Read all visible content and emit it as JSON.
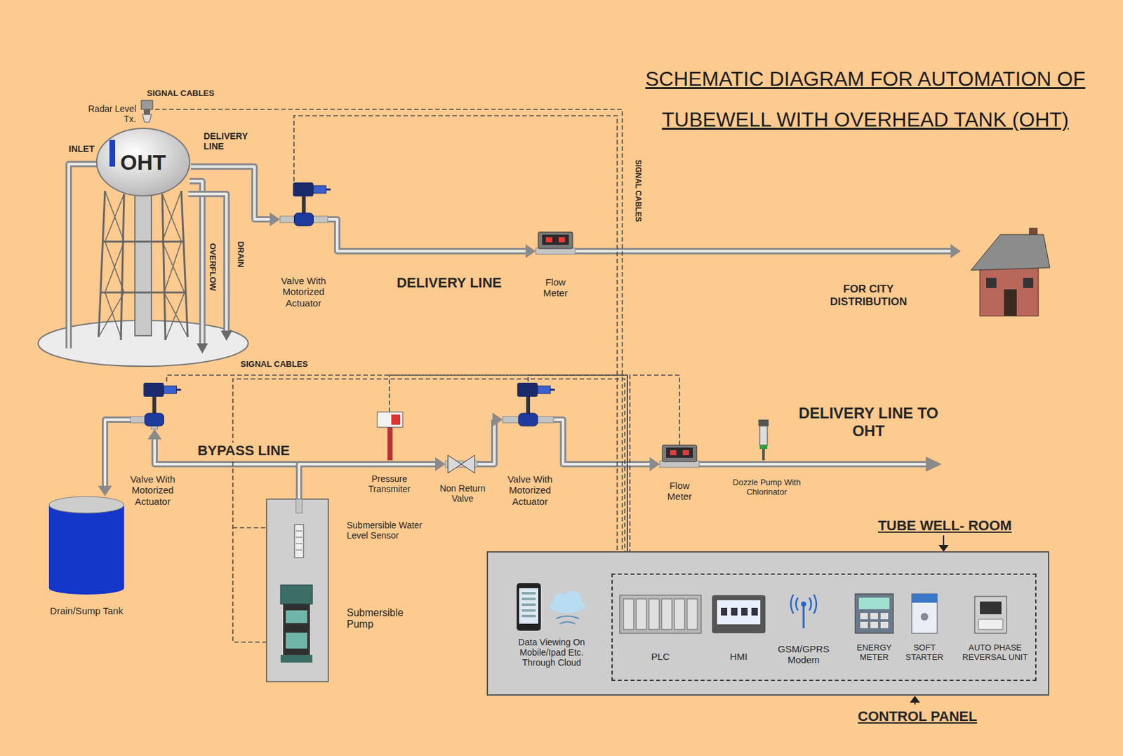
{
  "diagram": {
    "title": "SCHEMATIC DIAGRAM FOR AUTOMATION OF TUBEWELL WITH OVERHEAD TANK (OHT)",
    "nodes": [
      {
        "text": [
          "OHT"
        ]
      },
      {
        "text": [
          "Radar Level Tx."
        ]
      },
      {
        "text": [
          "Valve With Motorized Actuator"
        ]
      },
      {
        "text": [
          "Flow Meter"
        ]
      },
      {
        "text": [
          "FOR CITY DISTRIBUTION"
        ]
      },
      {
        "text": [
          "Drain/Sump Tank"
        ]
      },
      {
        "text": [
          "Valve With Motorized Actuator"
        ]
      },
      {
        "text": [
          "Submersible Pump"
        ]
      },
      {
        "text": [
          "Pressure Transmiter"
        ]
      },
      {
        "text": [
          "Non Return Valve"
        ]
      },
      {
        "text": [
          "Valve With Motorized Actuator"
        ]
      },
      {
        "text": [
          "Flow Meter"
        ]
      },
      {
        "text": [
          "Dozzle Pump With Chlorinator"
        ]
      },
      {
        "text": [
          "TUBE WELL- ROOM"
        ]
      },
      {
        "text": [
          "Data Viewing On Mobile/Ipad Etc. Through Cloud"
        ],
        "in": 13
      },
      {
        "text": [
          "CONTROL PANEL"
        ],
        "in": 13
      },
      {
        "text": [
          "PLC"
        ],
        "in": 15
      },
      {
        "text": [
          "HMI"
        ],
        "in": 15
      },
      {
        "text": [
          "GSM/GPRS Modem"
        ],
        "in": 15
      },
      {
        "text": [
          "ENERGY METER"
        ],
        "in": 15
      },
      {
        "text": [
          "SOFT STARTER"
        ],
        "in": 15
      },
      {
        "text": [
          "AUTO PHASE REVERSAL UNIT"
        ],
        "in": 15
      }
    ],
    "edges": [
      {
        "from": 0,
        "to": 2,
        "arrow": "to"
      },
      {
        "from": 2,
        "to": 3,
        "label": "DELIVERY LINE",
        "arrow": "to"
      },
      {
        "from": 3,
        "to": 4,
        "arrow": "to"
      },
      {
        "from": 7,
        "to": 6,
        "label": "BYPASS LINE",
        "arrow": "to"
      },
      {
        "from": 6,
        "to": 5,
        "arrow": "to"
      },
      {
        "from": 7,
        "to": 9,
        "arrow": "to"
      },
      {
        "from": 9,
        "to": 10,
        "arrow": "to"
      },
      {
        "from": 10,
        "to": 11,
        "arrow": "to"
      },
      {
        "from": 1,
        "to": 15,
        "arrow": "none"
      },
      {
        "from": 2,
        "to": 15,
        "arrow": "none"
      },
      {
        "from": 6,
        "to": 15,
        "arrow": "none"
      },
      {
        "from": 8,
        "to": 15,
        "arrow": "none"
      },
      {
        "from": 10,
        "to": 15,
        "arrow": "none"
      },
      {
        "from": 11,
        "to": 15,
        "arrow": "none"
      },
      {
        "from": 7,
        "to": 15,
        "arrow": "none"
      }
    ],
    "labels": [
      "SIGNAL CABLES",
      "INLET",
      "DELIVERY LINE",
      "OVERFLOW",
      "DRAIN",
      "SIGNAL CABLES",
      "SIGNAL CABLES",
      "Submersible Water Level Sensor",
      "DELIVERY LINE TO OHT"
    ]
  }
}
